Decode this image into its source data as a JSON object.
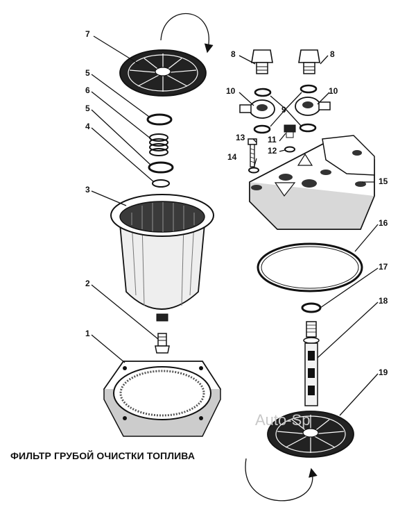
{
  "caption": "ФИЛЬТР ГРУБОЙ ОЧИСТКИ ТОПЛИВА",
  "watermark": "Auto-Sp",
  "colors": {
    "ink": "#111111",
    "paper": "#ffffff",
    "watermark": "#c8c8c8"
  },
  "callouts": [
    {
      "id": "7",
      "text": "7"
    },
    {
      "id": "5a",
      "text": "5"
    },
    {
      "id": "6",
      "text": "6"
    },
    {
      "id": "5b",
      "text": "5"
    },
    {
      "id": "4",
      "text": "4"
    },
    {
      "id": "3",
      "text": "3"
    },
    {
      "id": "2",
      "text": "2"
    },
    {
      "id": "1",
      "text": "1"
    },
    {
      "id": "8a",
      "text": "8"
    },
    {
      "id": "8b",
      "text": "8"
    },
    {
      "id": "10a",
      "text": "10"
    },
    {
      "id": "10b",
      "text": "10"
    },
    {
      "id": "9",
      "text": "9"
    },
    {
      "id": "11",
      "text": "11"
    },
    {
      "id": "12",
      "text": "12"
    },
    {
      "id": "13",
      "text": "13"
    },
    {
      "id": "14",
      "text": "14"
    },
    {
      "id": "15",
      "text": "15"
    },
    {
      "id": "16",
      "text": "16"
    },
    {
      "id": "17",
      "text": "17"
    },
    {
      "id": "18",
      "text": "18"
    },
    {
      "id": "19",
      "text": "19"
    }
  ]
}
